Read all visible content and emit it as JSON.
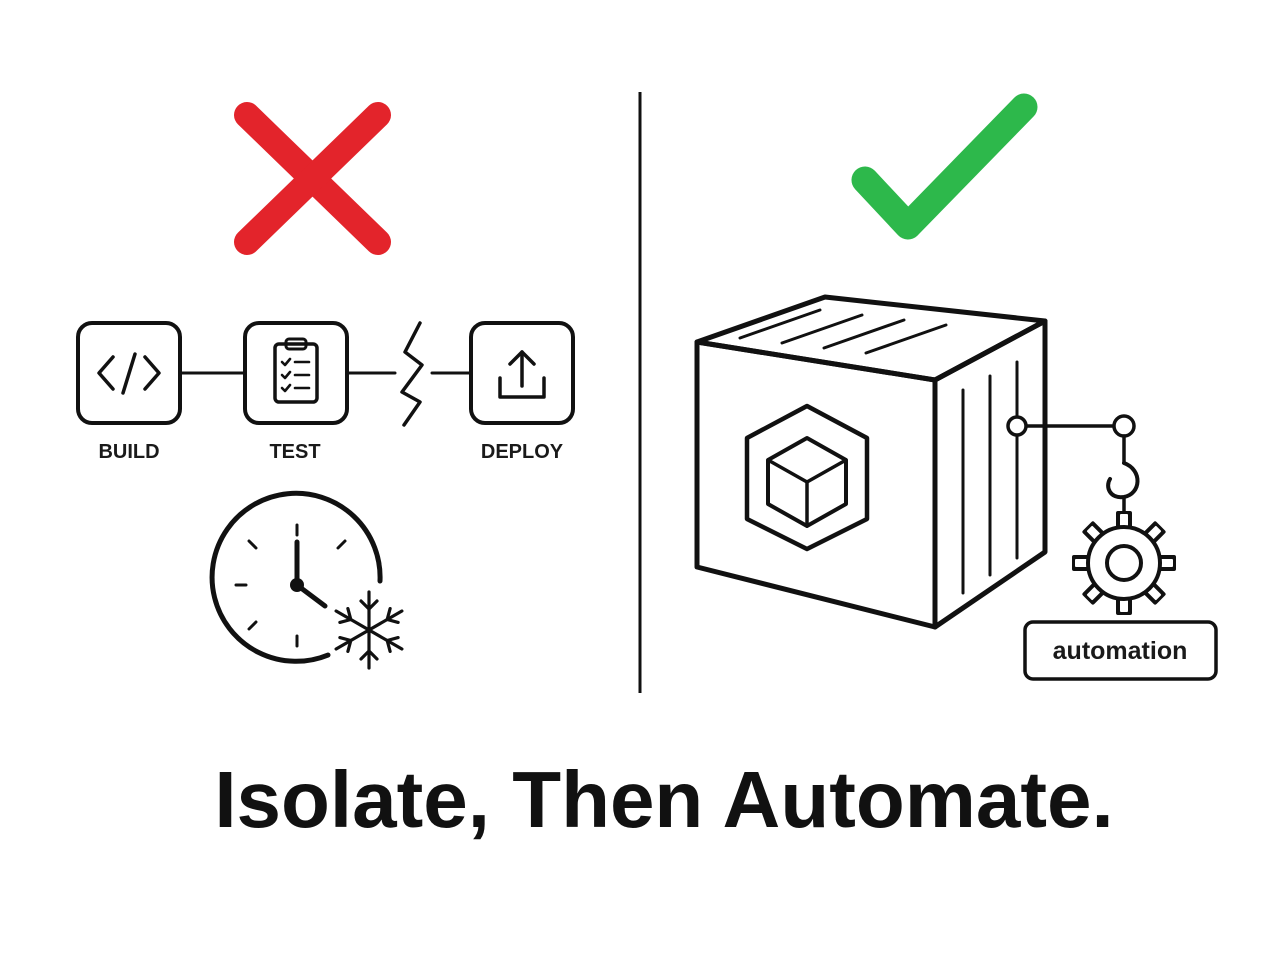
{
  "pipeline": {
    "stages": [
      {
        "label": "BUILD",
        "icon": "code-icon"
      },
      {
        "label": "TEST",
        "icon": "clipboard-checklist-icon"
      },
      {
        "label": "DEPLOY",
        "icon": "upload-icon"
      }
    ]
  },
  "automation": {
    "label": "automation"
  },
  "headline": {
    "text": "Isolate, Then Automate."
  },
  "colors": {
    "wrong": "#e3242b",
    "right": "#2db84b",
    "ink": "#111111"
  },
  "icons": {
    "wrong": "x-mark-icon",
    "right": "check-mark-icon",
    "frozen_clock": "clock-icon",
    "freeze": "snowflake-icon",
    "broken_link": "lightning-break-icon",
    "container": "container-box-icon",
    "hook": "crane-hook-icon",
    "gear": "gear-icon"
  }
}
